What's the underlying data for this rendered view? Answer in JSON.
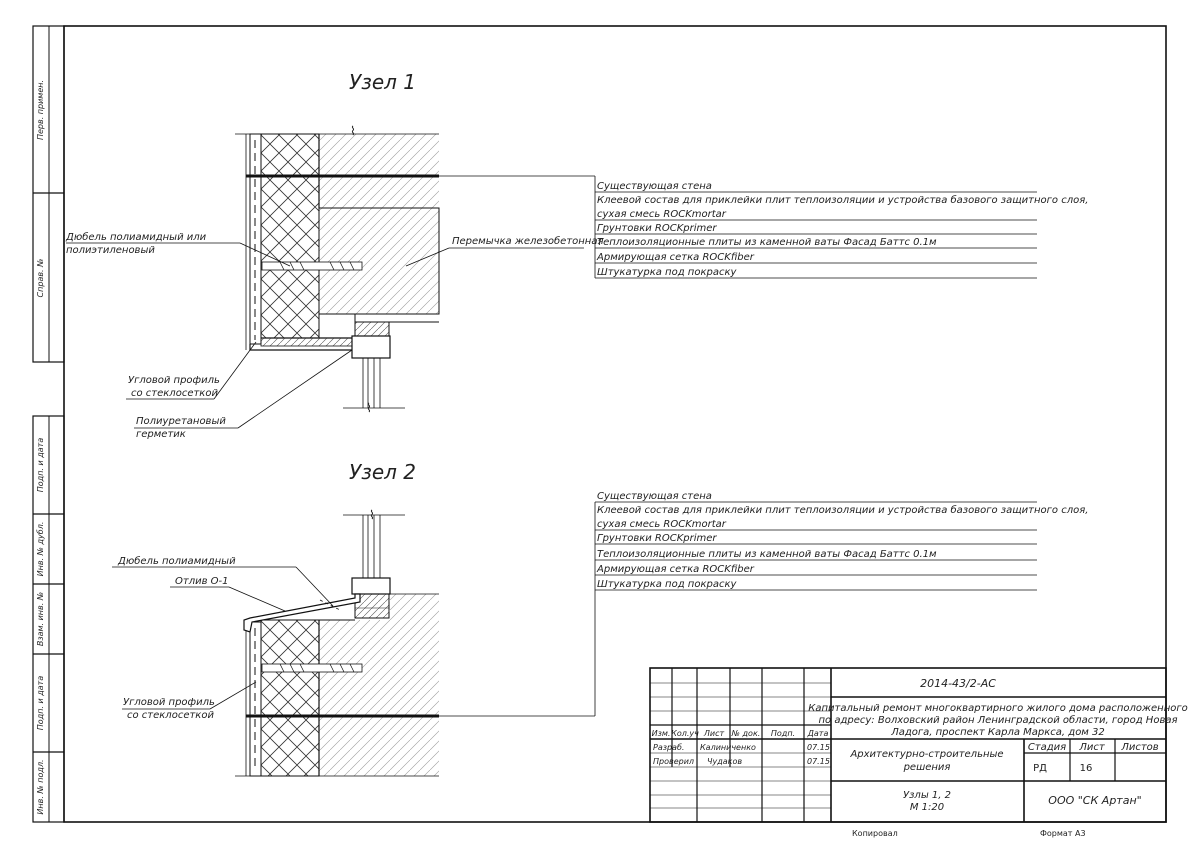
{
  "side_stamp": {
    "perv_primen": "Перв. примен.",
    "sprav_no": "Справ. №",
    "podp_data_1": "Подп. и дата",
    "inv_dubl": "Инв. № дубл.",
    "vzam_inv": "Взам. инв. №",
    "podp_data_2": "Подп. и дата",
    "inv_podl": "Инв. № подл."
  },
  "node1": {
    "title": "Узел 1",
    "left_labels": {
      "dowel_line1": "Дюбель полиамидный или",
      "dowel_line2": "полиэтиленовый",
      "corner_line1": "Угловой профиль",
      "corner_line2": "со стеклосеткой",
      "sealant_line1": "Полиуретановый",
      "sealant_line2": "герметик"
    },
    "lintel_label": "Перемычка железобетонная",
    "layers": [
      "Существующая стена",
      "Клеевой состав для приклейки плит теплоизоляции и устройства базового защитного слоя,",
      "сухая смесь ROCKmortar",
      "Грунтовки ROCKprimer",
      "Теплоизоляционные плиты из каменной ваты Фасад Баттс 0.1м",
      "Армирующая сетка ROCKfiber",
      "Штукатурка под покраску"
    ]
  },
  "node2": {
    "title": "Узел 2",
    "left_labels": {
      "dowel": "Дюбель полиамидный",
      "drip": "Отлив О-1",
      "corner_line1": "Угловой профиль",
      "corner_line2": "со стеклосеткой"
    },
    "layers": [
      "Существующая стена",
      "Клеевой состав для приклейки плит теплоизоляции и устройства базового защитного слоя,",
      "сухая смесь ROCKmortar",
      "Грунтовки ROCKprimer",
      "Теплоизоляционные плиты из каменной ваты Фасад Баттс 0.1м",
      "Армирующая сетка ROCKfiber",
      "Штукатурка под покраску"
    ]
  },
  "title_block": {
    "doc_code": "2014-43/2-АС",
    "project_line1": "Капитальный ремонт многоквартирного жилого дома расположенного",
    "project_line2": "по адресу: Волховский район Ленинградской области, город Новая",
    "project_line3": "Ладога, проспект Карла Маркса, дом 32",
    "col_izm": "Изм.",
    "col_kol": "Кол.уч",
    "col_list": "Лист",
    "col_ndok": "№ док.",
    "col_podp": "Подп.",
    "col_data": "Дата",
    "role1": "Разраб.",
    "name1": "Калиниченко",
    "date1": "07.15",
    "role2": "Проверил",
    "name2": "Чудаков",
    "date2": "07.15",
    "section_line1": "Архитектурно-строительные",
    "section_line2": "решения",
    "hdr_stadiya": "Стадия",
    "hdr_list": "Лист",
    "hdr_listov": "Листов",
    "stadiya": "РД",
    "list_no": "16",
    "sheet_line1": "Узлы 1, 2",
    "sheet_line2": "М 1:20",
    "company": "ООО \"СК Артан\""
  },
  "footer": {
    "kopiroval": "Копировал",
    "format": "Формат А3"
  }
}
